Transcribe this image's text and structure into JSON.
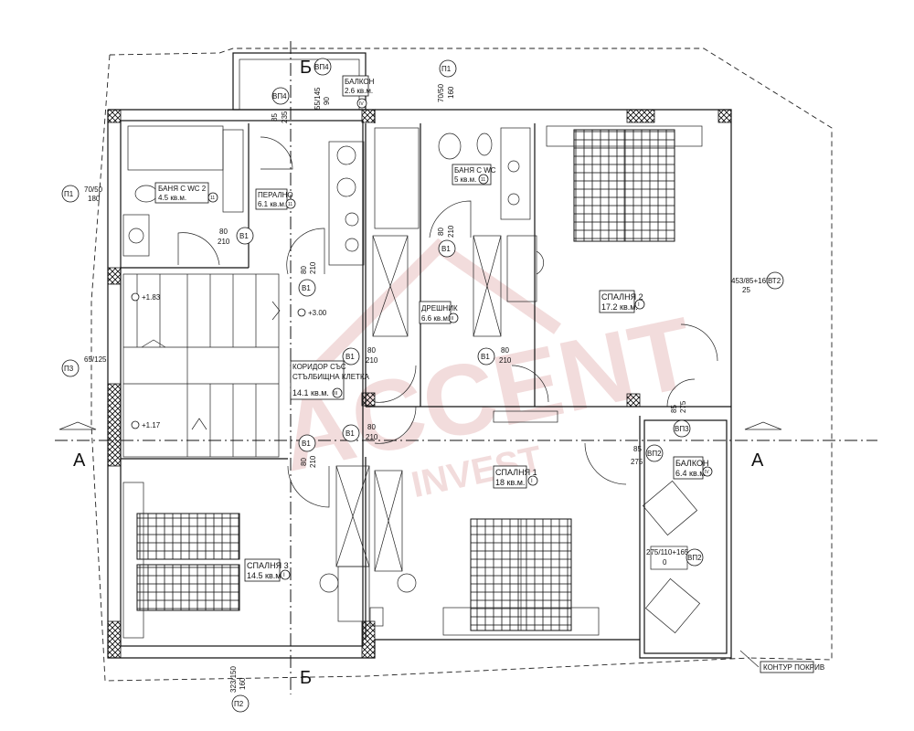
{
  "sections": {
    "a": "А",
    "b": "Б"
  },
  "rooms": {
    "bath_wc2": {
      "name": "БАНЯ С WC 2",
      "area": "4.5 кв.м.",
      "no": "11"
    },
    "laundry": {
      "name": "ПЕРАЛНО",
      "area": "6.1 кв.м.",
      "no": "11"
    },
    "balcony_top": {
      "name": "БАЛКОН",
      "area": "2.6 кв.м.",
      "no": "IV"
    },
    "bath_wc": {
      "name": "БАНЯ С WC",
      "area": "5 кв.м.",
      "no": "11"
    },
    "wardrobe": {
      "name": "ДРЕШНИК",
      "area": "6.6 кв.м.",
      "no": "III"
    },
    "bedroom2": {
      "name": "СПАЛНЯ 2",
      "area": "17.2 кв.м.",
      "no": "I"
    },
    "corridor": {
      "name1": "КОРИДОР СЪС",
      "name2": "СТЪЛБИЩНА КЛЕТКА",
      "area": "14.1 кв.м.",
      "no": "III"
    },
    "bedroom1": {
      "name": "СПАЛНЯ 1",
      "area": "18 кв.м.",
      "no": "I"
    },
    "balcony": {
      "name": "БАЛКОН",
      "area": "6.4 кв.м.",
      "no": "IV"
    },
    "bedroom3": {
      "name": "СПАЛНЯ 3",
      "area": "14.5 кв.м.",
      "no": "I"
    }
  },
  "tags": {
    "p1a": "П1",
    "p1b": "П1",
    "p2": "П2",
    "p3": "П3",
    "vp4a": "ВП4",
    "vp4b": "ВП4",
    "b1": "В1",
    "vp2": "ВП2",
    "vp3": "ВП3",
    "vt2": "ВТ2"
  },
  "dims": {
    "p1a_w": "70/50",
    "p1a_h": "180",
    "p1b_w": "70/50",
    "p1b_h": "160",
    "vp4_w": "55/145",
    "vp4_h": "90",
    "vp4b_w": "85",
    "vp4b_h": "235",
    "d80": "80",
    "d210": "210",
    "p3": "65/125",
    "vt2": "453/85+165",
    "vt2_h": "25",
    "vp3_w": "85",
    "vp3_h": "275",
    "vp2_w": "85",
    "vp2_h": "275",
    "vp2b": "275/110+165",
    "vp2b_h": "0",
    "p2_w": "323/150",
    "p2_h": "160"
  },
  "levels": {
    "l1": "+1.83",
    "l2": "+3.00",
    "l3": "+1.17"
  },
  "contour": "КОНТУР ПОКРИВ",
  "watermark": {
    "main": "ACCENT",
    "sub": "INVEST"
  },
  "colors": {
    "line": "#111111",
    "watermark": "#e3b3b3"
  }
}
